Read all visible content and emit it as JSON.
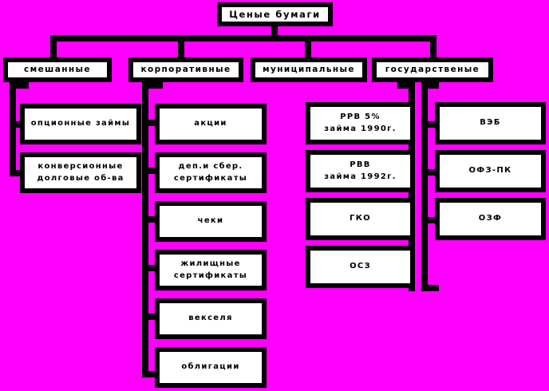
{
  "diagram": {
    "title": "Ценые бумаги",
    "background_color": "#ff00ff",
    "box_fill_color": "#ffffff",
    "line_color": "#000000",
    "root": {
      "label": "Ценые бумаги"
    },
    "categories": [
      {
        "id": "mixed",
        "label": "смешанные"
      },
      {
        "id": "corporate",
        "label": "корпоративные"
      },
      {
        "id": "municipal",
        "label": "муниципальные"
      },
      {
        "id": "state",
        "label": "государственые"
      }
    ],
    "columns": {
      "mixed": [
        {
          "label": "опционные займы"
        },
        {
          "label": "конверсионные\nдолговые об-ва"
        }
      ],
      "corporate": [
        {
          "label": "акции"
        },
        {
          "label": "деп.и сбер.\nсертификаты"
        },
        {
          "label": "чеки"
        },
        {
          "label": "жилищные\nсертификаты"
        },
        {
          "label": "векселя"
        },
        {
          "label": "облигации"
        }
      ],
      "municipal": [
        {
          "label": "РРВ 5%\nзайма 1990г."
        },
        {
          "label": "РВВ\nзайма 1992г."
        },
        {
          "label": "ГКО"
        },
        {
          "label": "ОСЗ"
        }
      ],
      "state": [
        {
          "label": "ВЭБ"
        },
        {
          "label": "ОФЗ-ПК"
        },
        {
          "label": "ОЗФ"
        }
      ]
    }
  }
}
